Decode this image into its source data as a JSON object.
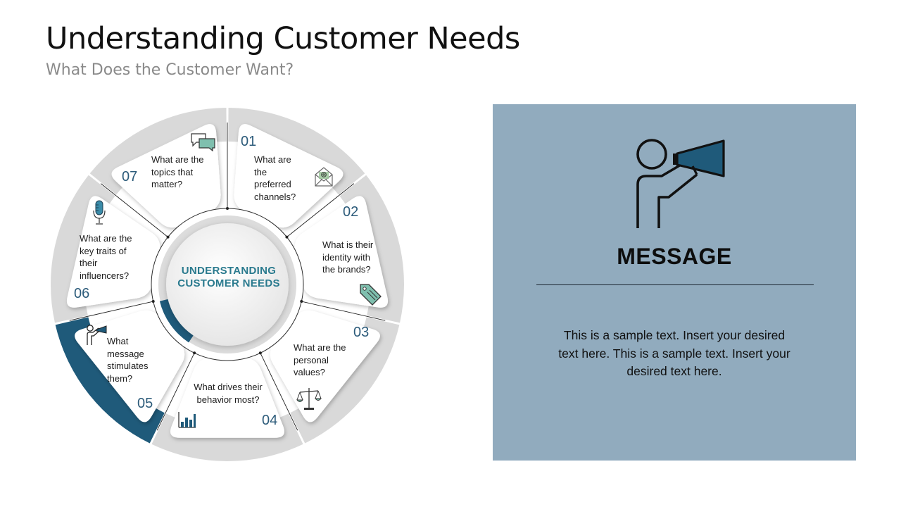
{
  "header": {
    "title": "Understanding Customer Needs",
    "subtitle": "What Does the Customer Want?"
  },
  "diagram": {
    "center": {
      "label": "UNDERSTANDING CUSTOMER NEEDS"
    },
    "segments": [
      {
        "number": "01",
        "question": "What are the preferred channels?",
        "icon": "email-icon"
      },
      {
        "number": "02",
        "question": "What is their identity with the brands?",
        "icon": "tag-icon"
      },
      {
        "number": "03",
        "question": "What are the personal values?",
        "icon": "scale-icon"
      },
      {
        "number": "04",
        "question": "What drives their behavior most?",
        "icon": "bar-chart-icon"
      },
      {
        "number": "05",
        "question": "What message stimulates them?",
        "icon": "megaphone-person-icon",
        "highlighted": true
      },
      {
        "number": "06",
        "question": "What are the key traits of their influencers?",
        "icon": "microphone-icon"
      },
      {
        "number": "07",
        "question": "What are the topics that matter?",
        "icon": "chat-bubbles-icon"
      }
    ]
  },
  "panel": {
    "title": "MESSAGE",
    "body": "This is a sample text. Insert your desired text here. This is a sample text. Insert your desired text here.",
    "icon": "megaphone-person-icon"
  },
  "colors": {
    "accent": "#1f5a7a",
    "panel_bg": "#91abbe",
    "ring_gray": "#d9d9d9",
    "center_text": "#2a7a8e"
  }
}
